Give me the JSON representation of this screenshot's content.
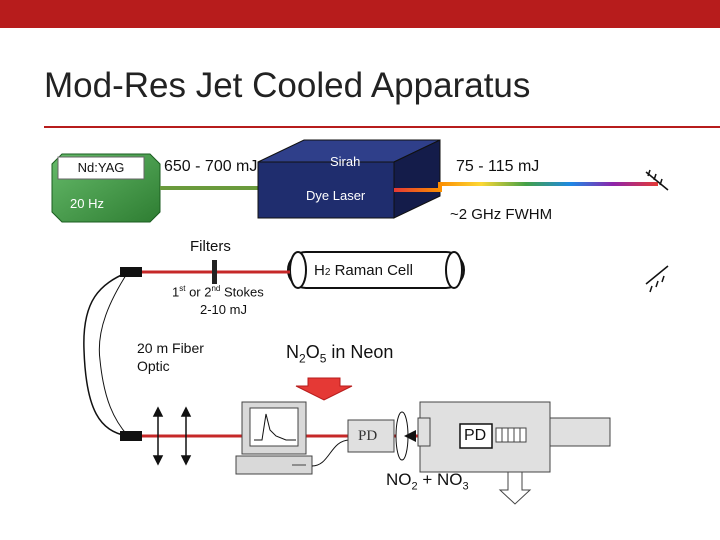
{
  "slide": {
    "title": "Mod-Res Jet Cooled Apparatus",
    "accent_color": "#b71c1c"
  },
  "apparatus": {
    "nd_yag": {
      "label": "Nd:YAG",
      "rate": "20 Hz"
    },
    "pump_energy": "650 - 700 mJ",
    "dye_laser": {
      "top_label": "Sirah",
      "front_label": "Dye Laser"
    },
    "dye_output_energy": "75 - 115 mJ",
    "linewidth": "~2 GHz FWHM",
    "filters_label": "Filters",
    "raman_cell": {
      "prefix": "H",
      "subscript": "2",
      "suffix": " Raman Cell"
    },
    "stokes": {
      "s1": "1",
      "s1_sup": "st",
      "or": " or 2",
      "s2_sup": "nd",
      "tail": " Stokes",
      "energy": "2-10 mJ"
    },
    "fiber": {
      "line1": "20 m Fiber",
      "line2": "Optic"
    },
    "sample": {
      "a": "N",
      "a_sub": "2",
      "b": "O",
      "b_sub": "5",
      "tail": " in Neon"
    },
    "photodiode_left": "PD",
    "photodiode_right": "PD",
    "products": {
      "a": "NO",
      "a_sub": "2",
      "plus": " + NO",
      "b_sub": "3"
    },
    "icons": [
      "computer-icon",
      "oscilloscope-trace-icon",
      "gas-flow-arrow-icon",
      "vacuum-pump-arrow-icon",
      "mirror-icon",
      "lens-icon"
    ],
    "colors": {
      "green_beam": "#6a9a3c",
      "red_beam": "#c62828",
      "dye_laser_body": "#1f2d6e",
      "nd_yag_fill": "#4caf50",
      "sample_arrow": "#e53935"
    }
  }
}
